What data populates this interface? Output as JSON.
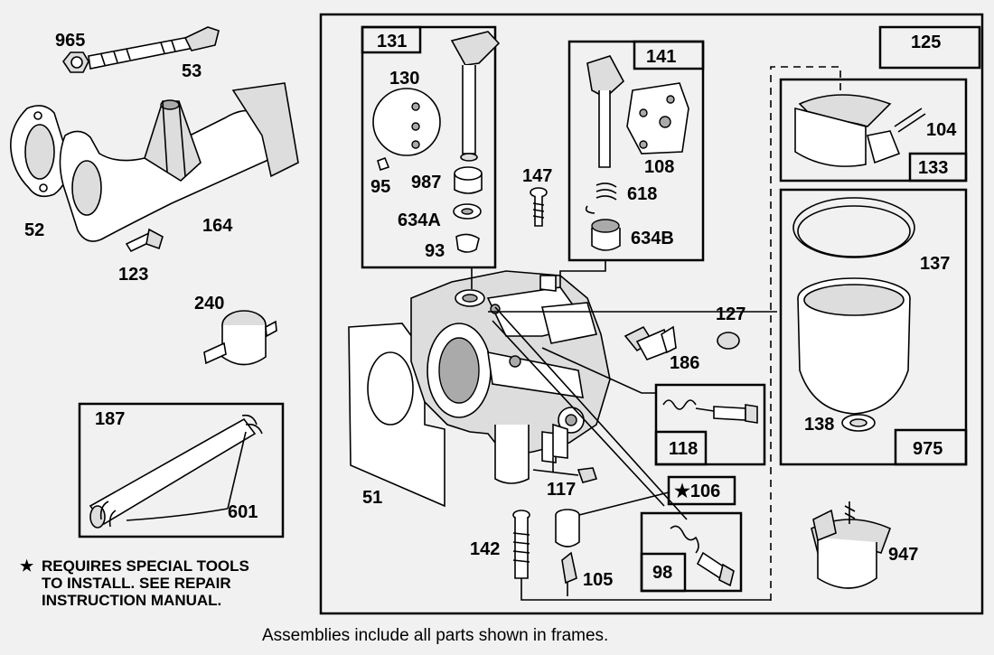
{
  "diagram": {
    "caption": "Assemblies include all parts shown in frames.",
    "note": {
      "star": "★",
      "lines": [
        "REQUIRES SPECIAL TOOLS",
        "TO INSTALL.  SEE REPAIR",
        "INSTRUCTION MANUAL."
      ]
    },
    "frames": {
      "f131": "131",
      "f141": "141",
      "f125": "125",
      "f133": "133",
      "f975": "975",
      "f187": "187",
      "f118": "118",
      "f106": "★106",
      "f98": "98"
    },
    "parts": {
      "p965": "965",
      "p53": "53",
      "p52": "52",
      "p164": "164",
      "p123": "123",
      "p240": "240",
      "p601": "601",
      "p51": "51",
      "p130": "130",
      "p95": "95",
      "p987": "987",
      "p634A": "634A",
      "p93": "93",
      "p147": "147",
      "p108": "108",
      "p618": "618",
      "p634B": "634B",
      "p127": "127",
      "p186": "186",
      "p104": "104",
      "p137": "137",
      "p138": "138",
      "p117": "117",
      "p142": "142",
      "p105": "105",
      "p947": "947"
    }
  }
}
